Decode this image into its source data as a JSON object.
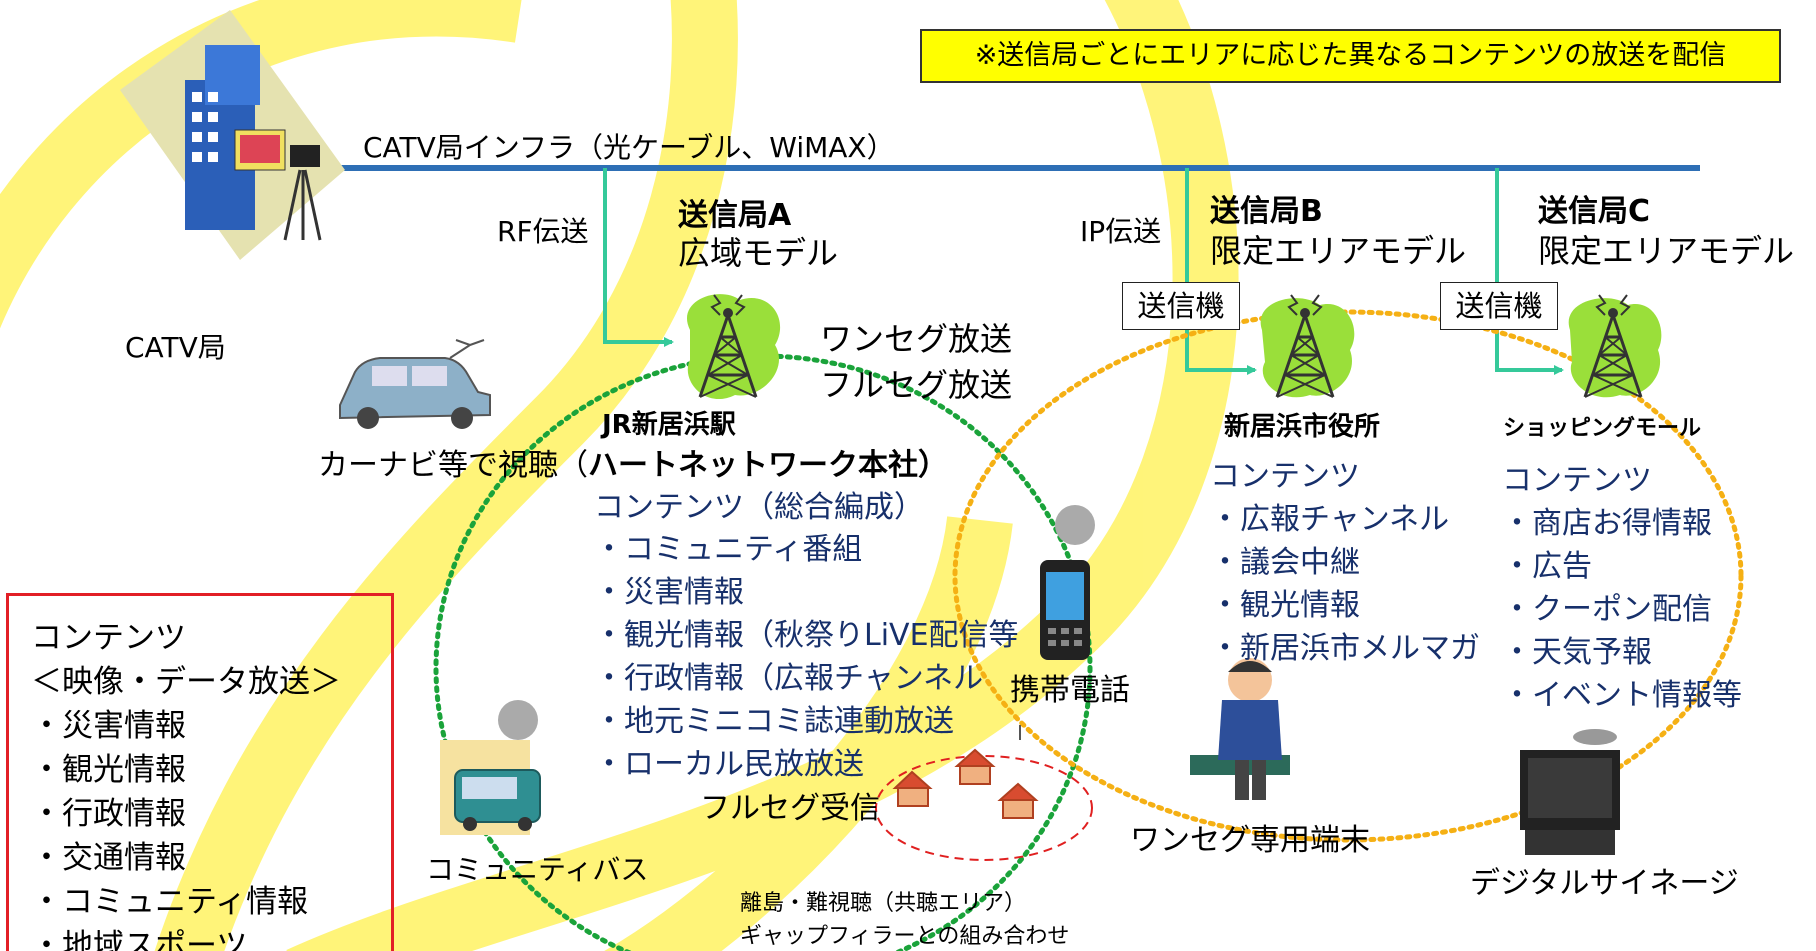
{
  "notice": "※送信局ごとにエリアに応じた異なるコンテンツの放送を配信",
  "infra_label": "CATV局インフラ（光ケーブル、WiMAX）",
  "catv_station_label": "CATV局",
  "transmission": {
    "rf": "RF伝送",
    "ip": "IP伝送"
  },
  "station_a": {
    "name": "送信局A",
    "model": "広域モデル",
    "broadcast": [
      "ワンセグ放送",
      "フルセグ放送"
    ],
    "site": "JR新居浜駅",
    "contents_title": "コンテンツ（総合編成）",
    "contents": [
      "・コミュニティ番組",
      "・災害情報",
      "・観光情報（秋祭りLiVE配信等",
      "・行政情報（広報チャンネル",
      "・地元ミニコミ誌連動放送",
      "・ローカル民放放送"
    ]
  },
  "station_b": {
    "name": "送信局B",
    "model": "限定エリアモデル",
    "transmitter": "送信機",
    "site": "新居浜市役所",
    "contents_title": "コンテンツ",
    "contents": [
      "・広報チャンネル",
      "・議会中継",
      "・観光情報",
      "・新居浜市メルマガ"
    ]
  },
  "station_c": {
    "name": "送信局C",
    "model": "限定エリアモデル",
    "transmitter": "送信機",
    "site": "ショッピングモール",
    "contents_title": "コンテンツ",
    "contents": [
      "・商店お得情報",
      "・広告",
      "・クーポン配信",
      "・天気予報",
      "・イベント情報等"
    ]
  },
  "car_label": "カーナビ等で視聴（",
  "heartnetwork_label": "ハートネットワーク本社）",
  "phone_label": "携帯電話",
  "bus_label": "コミュニティバス",
  "fullseg_reception": "フルセグ受信",
  "oneseg_terminal": "ワンセグ専用端末",
  "signage_label": "デジタルサイネージ",
  "remote_area": [
    "離島・難視聴（共聴エリア）",
    "ギャップフィラーとの組み合わせ"
  ],
  "legend": {
    "title": "コンテンツ",
    "subtitle": "＜映像・データ放送＞",
    "items": [
      "・災害情報",
      "・観光情報",
      "・行政情報",
      "・交通情報",
      "・コミュニティ情報",
      "・地域スポーツ"
    ]
  },
  "colors": {
    "backbone": "#2e6fb5",
    "feed": "#35c99a",
    "green_area": "#1aa33a",
    "orange_area": "#f5b014",
    "red_area": "#e02020",
    "notice_bg": "#ffff00",
    "contents_text": "#17306b"
  }
}
